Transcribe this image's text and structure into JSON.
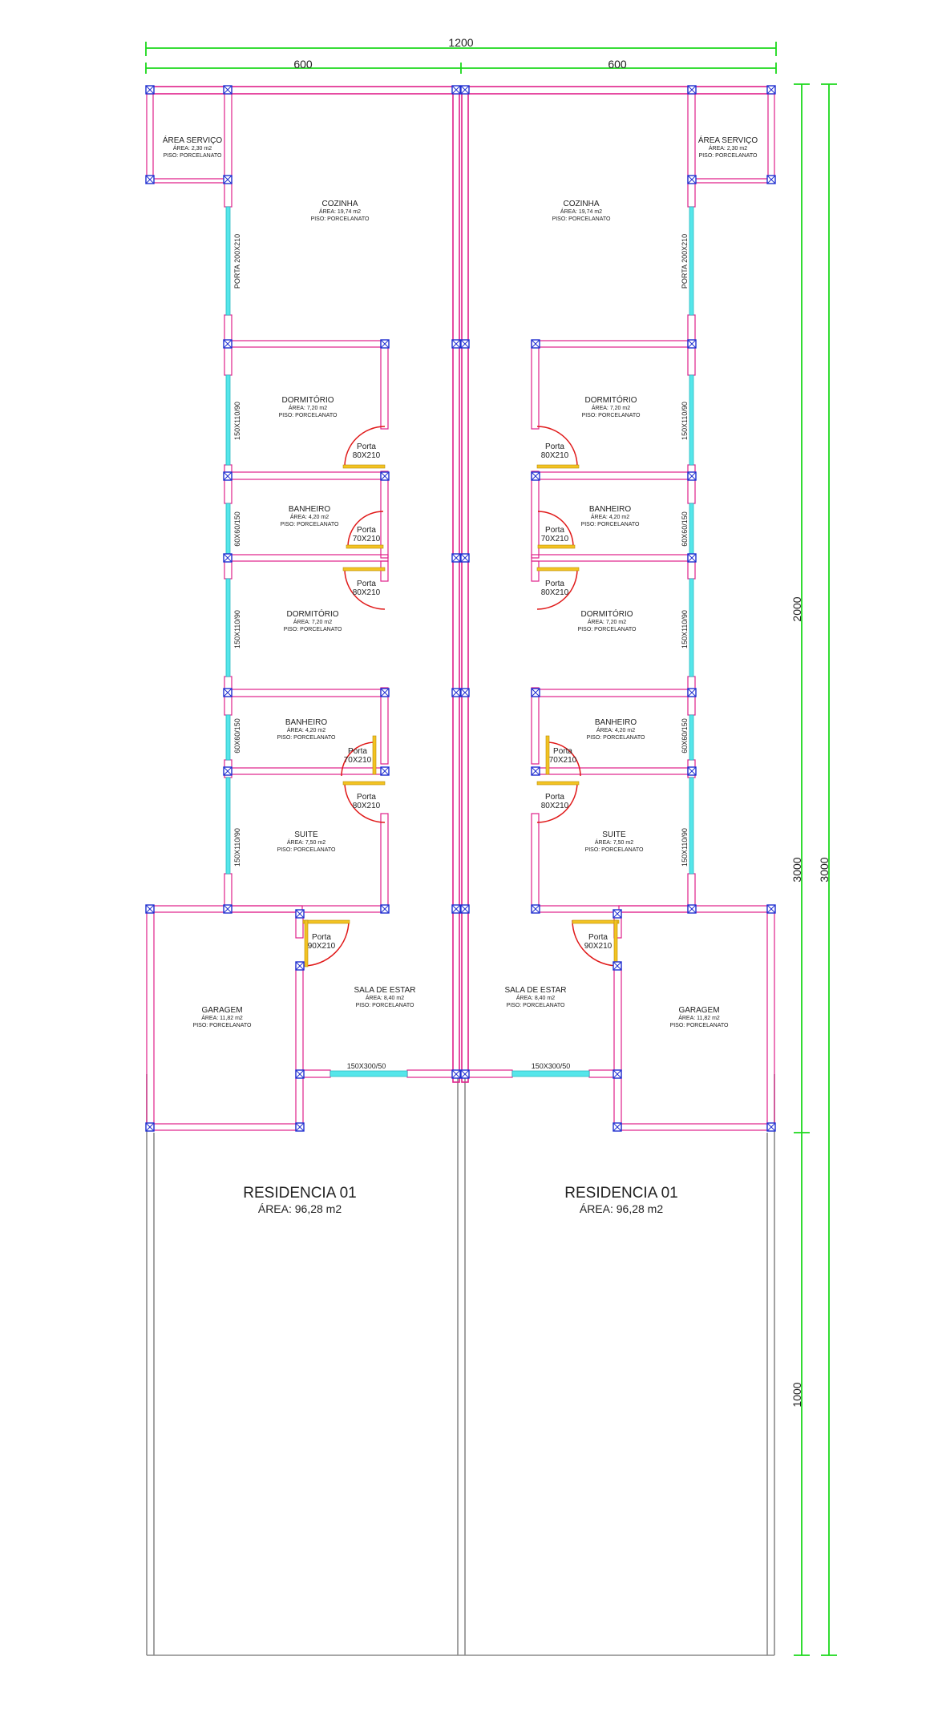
{
  "dimensions": {
    "total_width": "1200",
    "half_left": "600",
    "half_right": "600",
    "building_depth": "2000",
    "front_depth": "1000",
    "lot_depth_inner": "3000",
    "lot_depth_outer": "3000"
  },
  "rooms": {
    "area_servico": {
      "name": "ÁREA SERVIÇO",
      "area": "ÁREA: 2,30 m2",
      "floor": "PISO: PORCELANATO"
    },
    "cozinha": {
      "name": "COZINHA",
      "area": "ÁREA: 19,74 m2",
      "floor": "PISO: PORCELANATO"
    },
    "dormitorio1": {
      "name": "DORMITÓRIO",
      "area": "ÁREA: 7,20 m2",
      "floor": "PISO: PORCELANATO"
    },
    "banheiro1": {
      "name": "BANHEIRO",
      "area": "ÁREA: 4,20 m2",
      "floor": "PISO: PORCELANATO"
    },
    "dormitorio2": {
      "name": "DORMITÓRIO",
      "area": "ÁREA: 7,20 m2",
      "floor": "PISO: PORCELANATO"
    },
    "banheiro2": {
      "name": "BANHEIRO",
      "area": "ÁREA: 4,20 m2",
      "floor": "PISO: PORCELANATO"
    },
    "suite": {
      "name": "SUITE",
      "area": "ÁREA: 7,50 m2",
      "floor": "PISO: PORCELANATO"
    },
    "sala": {
      "name": "SALA DE ESTAR",
      "area": "ÁREA: 8,40 m2",
      "floor": "PISO: PORCELANATO"
    },
    "garagem": {
      "name": "GARAGEM",
      "area": "ÁREA: 11,82 m2",
      "floor": "PISO: PORCELANATO"
    }
  },
  "doors": {
    "word": "Porta",
    "d80": "80X210",
    "d70": "70X210",
    "d90": "90X210"
  },
  "windows": {
    "porta_cozinha": "PORTA 200X210",
    "j150": "150X110/90",
    "j60": "60X60/150",
    "sala": "150X300/50"
  },
  "residences": {
    "left": {
      "title": "RESIDENCIA 01",
      "area": "ÁREA: 96,28 m2"
    },
    "right": {
      "title": "RESIDENCIA 01",
      "area": "ÁREA: 96,28 m2"
    }
  },
  "colors": {
    "wall": "#e0208a",
    "window": "#55e6ea",
    "column": "#1f2fd0",
    "door_arc": "#e01818",
    "door_leaf": "#f3c322",
    "dimension": "#1bd81b",
    "lot_line": "#8a8a8a"
  }
}
